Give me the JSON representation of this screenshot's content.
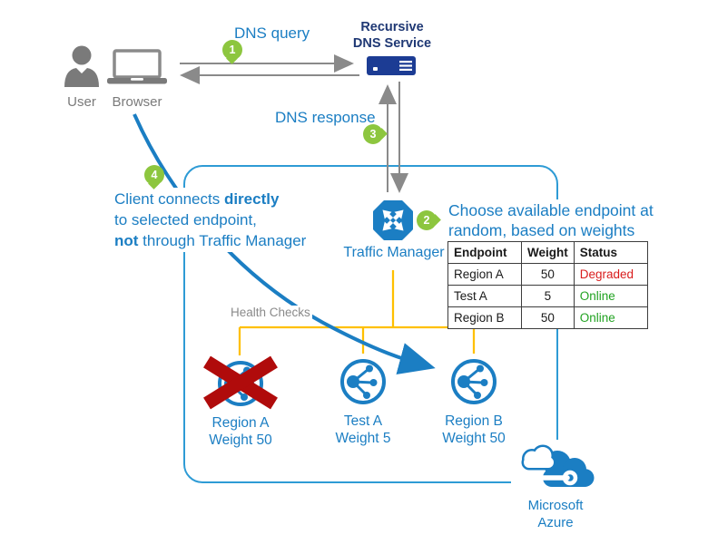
{
  "actors": {
    "user": "User",
    "browser": "Browser"
  },
  "dns": {
    "query": "DNS query",
    "response": "DNS response",
    "recursive_l1": "Recursive",
    "recursive_l2": "DNS Service"
  },
  "traffic_manager": {
    "label": "Traffic Manager"
  },
  "steps": {
    "s1": "1",
    "s2": "2",
    "s3": "3",
    "s4": "4"
  },
  "notes": {
    "choose_l1": "Choose available endpoint at",
    "choose_l2": "random, based on weights",
    "client_l1a": "Client connects ",
    "client_l1b": "directly",
    "client_l2": "to selected endpoint,",
    "client_l3a": "not",
    "client_l3b": " through Traffic Manager",
    "health_checks": "Health Checks"
  },
  "table": {
    "headers": [
      "Endpoint",
      "Weight",
      "Status"
    ],
    "rows": [
      {
        "endpoint": "Region A",
        "weight": "50",
        "status": "Degraded",
        "status_color": "#D91C1C"
      },
      {
        "endpoint": "Test A",
        "weight": "5",
        "status": "Online",
        "status_color": "#22A322"
      },
      {
        "endpoint": "Region B",
        "weight": "50",
        "status": "Online",
        "status_color": "#22A322"
      }
    ]
  },
  "endpoints": [
    {
      "name": "Region A",
      "weight": "Weight 50",
      "state": "failed"
    },
    {
      "name": "Test A",
      "weight": "Weight 5",
      "state": "online"
    },
    {
      "name": "Region B",
      "weight": "Weight 50",
      "state": "online"
    }
  ],
  "azure": {
    "l1": "Microsoft",
    "l2": "Azure"
  },
  "colors": {
    "azure": "#1B7EC3",
    "border_blue": "#2E9BD5",
    "navy": "#1F3874",
    "icon_gray": "#7A7A7A",
    "line_gray": "#8A8A8A",
    "yellow": "#FFC000",
    "green": "#8DC63F",
    "red": "#B00B0B",
    "server_navy": "#1C3C94",
    "degraded_red": "#D91C1C",
    "online_green": "#22A322"
  }
}
